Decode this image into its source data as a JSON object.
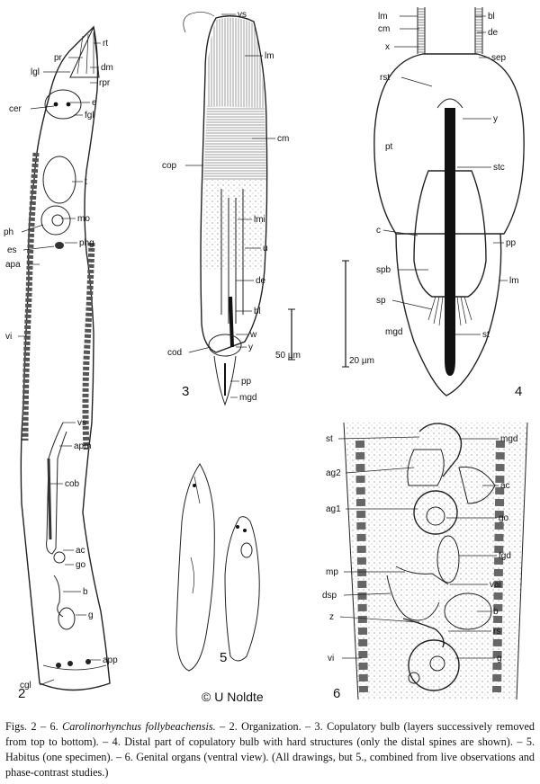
{
  "figures": {
    "fig2": {
      "number": "2",
      "labels": [
        "rt",
        "pr",
        "dm",
        "lgl",
        "rpr",
        "cer",
        "e",
        "fgl",
        "t",
        "mo",
        "ph",
        "phg",
        "es",
        "apa",
        "vi",
        "vs",
        "apm",
        "cob",
        "ac",
        "go",
        "b",
        "g",
        "app",
        "cgl"
      ]
    },
    "fig3": {
      "number": "3",
      "labels": [
        "vs",
        "lm",
        "cm",
        "cop",
        "lmi",
        "u",
        "de",
        "bl",
        "w",
        "cod",
        "y",
        "pp",
        "mgd"
      ],
      "scale": "50 µm"
    },
    "fig4": {
      "number": "4",
      "labels": [
        "lm",
        "bl",
        "cm",
        "de",
        "x",
        "sep",
        "rst",
        "y",
        "pt",
        "stc",
        "c",
        "pp",
        "spb",
        "lm",
        "sp",
        "mgd",
        "st"
      ],
      "scale": "20 µm"
    },
    "fig5": {
      "number": "5"
    },
    "fig6": {
      "number": "6",
      "labels": [
        "st",
        "mgd",
        "ag2",
        "ac",
        "ag1",
        "go",
        "fgd",
        "mp",
        "vai",
        "dsp",
        "b",
        "z",
        "rs",
        "vi",
        "g"
      ]
    }
  },
  "credit": "© U Noldte",
  "caption": {
    "lead": "Figs. 2 – 6.",
    "species": "Carolinorhynchus follybeachensis.",
    "text": " – 2. Organization. – 3. Copulatory bulb (layers successively removed from top to bottom). – 4. Distal part of copulatory bulb with hard structures (only the distal spines are shown). – 5. Habitus (one specimen). – 6. Genital organs (ventral view). (All drawings, but 5., combined from live observations and phase-contrast studies.)"
  }
}
